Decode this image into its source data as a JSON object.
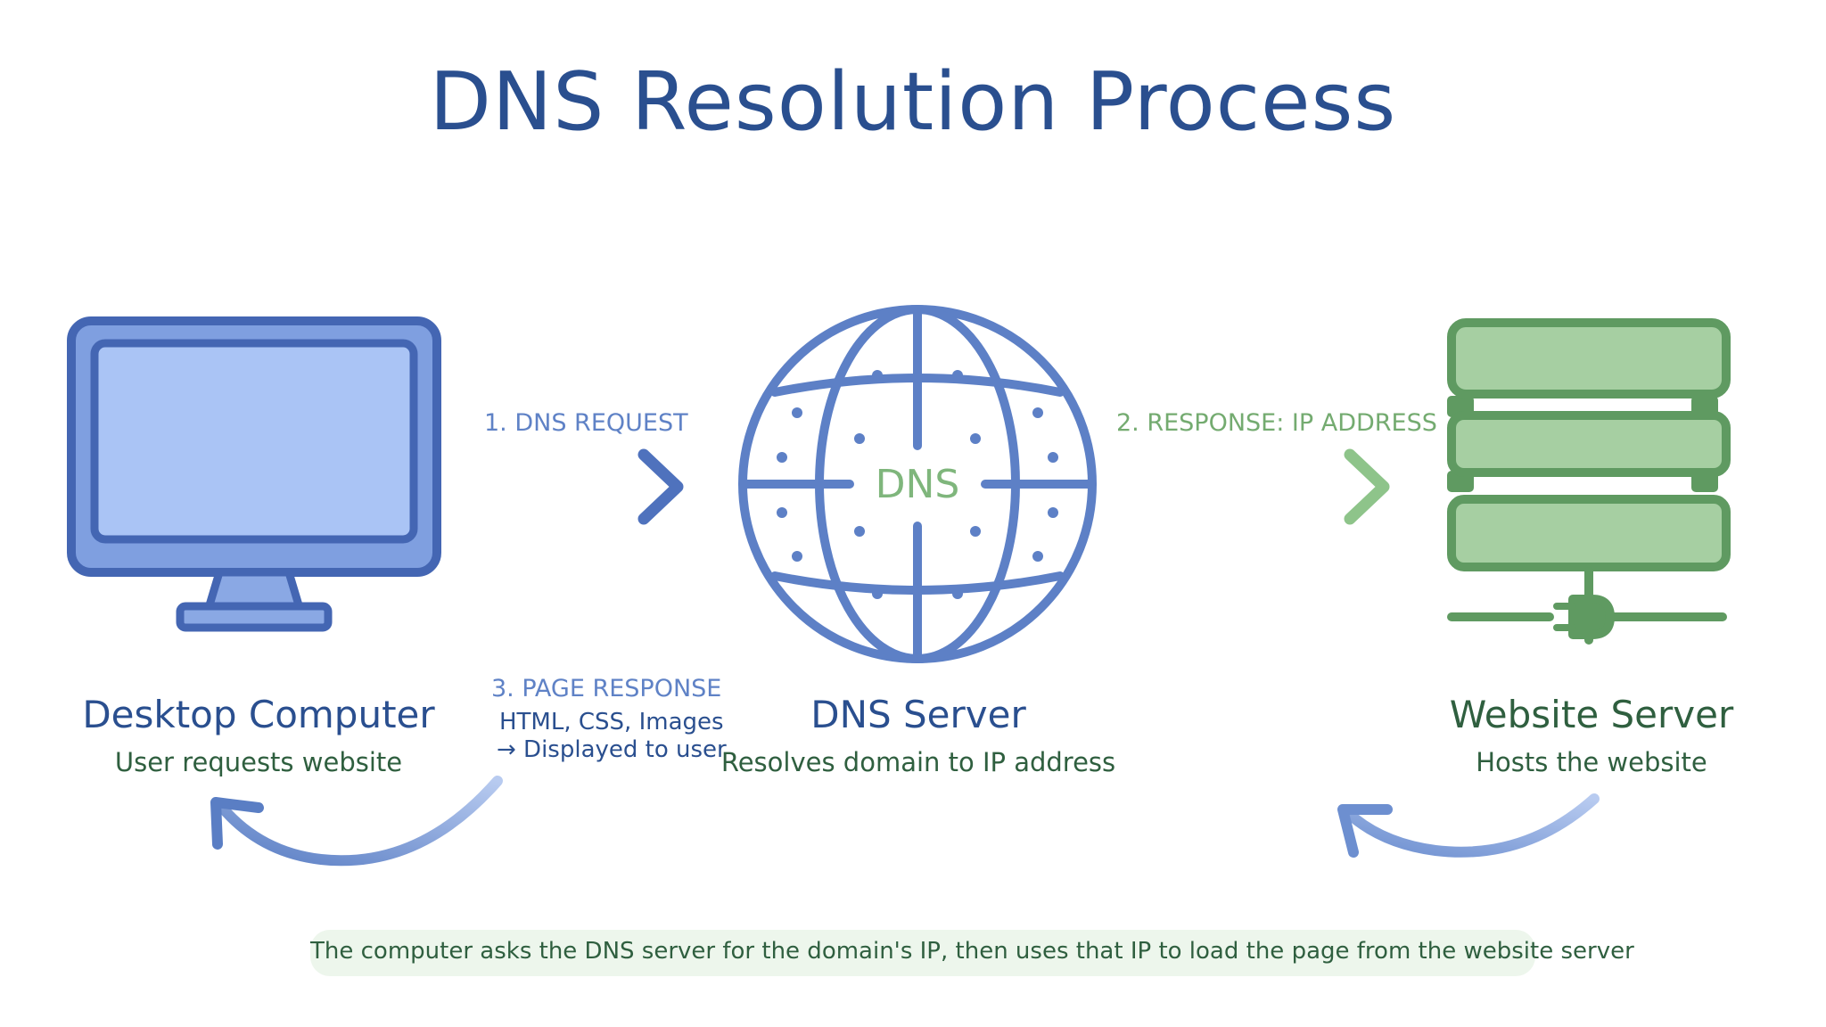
{
  "title": "DNS Resolution Process",
  "nodes": {
    "desktop": {
      "title": "Desktop Computer",
      "subtitle": "User requests website"
    },
    "dns": {
      "title": "DNS Server",
      "subtitle": "Resolves domain to IP address",
      "globe_label": "DNS"
    },
    "website": {
      "title": "Website Server",
      "subtitle": "Hosts the website"
    }
  },
  "steps": {
    "step1": "1. DNS REQUEST",
    "step2": "2. RESPONSE: IP ADDRESS",
    "step3": {
      "label": "3. PAGE RESPONSE",
      "line1": "HTML, CSS, Images",
      "line2": "→ Displayed to user"
    }
  },
  "footer": "The computer asks the DNS server for the domain's IP, then uses that IP to load the page from the website server",
  "colors": {
    "blue_dark": "#2a4f8f",
    "blue": "#5f82c6",
    "blue_light": "#aac4f5",
    "green_dark": "#2f5f3f",
    "green": "#74ab70",
    "green_light": "#a6cfa2"
  }
}
